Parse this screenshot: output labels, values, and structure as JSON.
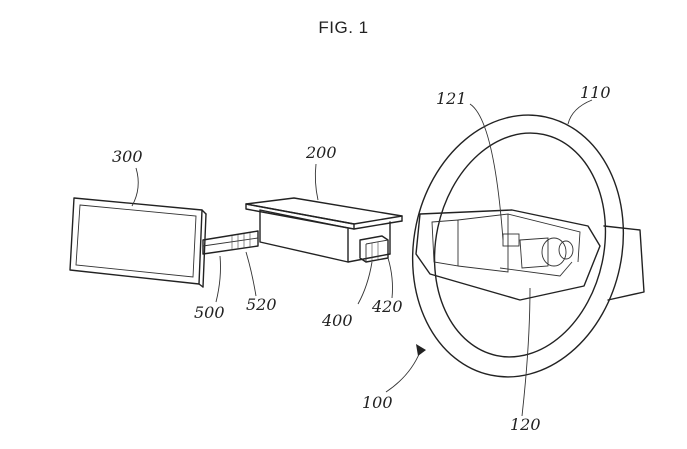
{
  "figure": {
    "title": "FIG. 1",
    "labels": {
      "l100": "100",
      "l110": "110",
      "l120": "120",
      "l121": "121",
      "l200": "200",
      "l300": "300",
      "l400": "400",
      "l420": "420",
      "l500": "500",
      "l520": "520"
    }
  }
}
